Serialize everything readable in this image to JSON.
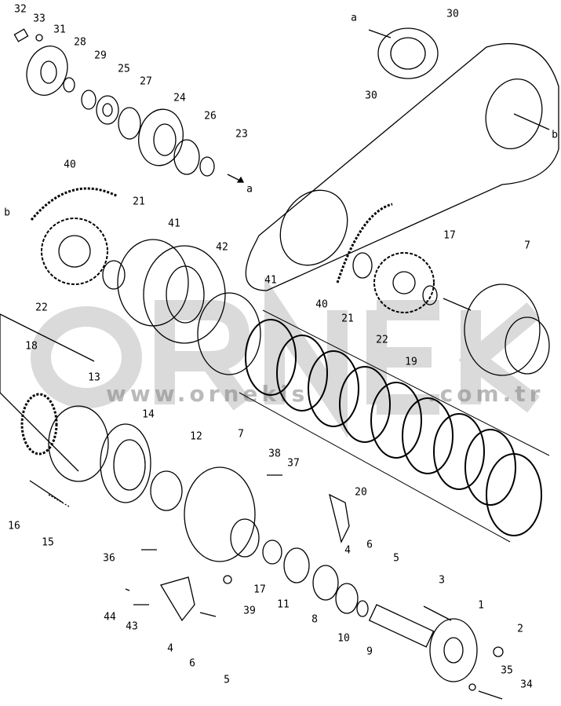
{
  "watermark": {
    "brand": "ORNEK",
    "url_start": "www.ornekis",
    "url_end": ".com.tr"
  },
  "callouts": [
    {
      "id": "32"
    },
    {
      "id": "33"
    },
    {
      "id": "31"
    },
    {
      "id": "28"
    },
    {
      "id": "29"
    },
    {
      "id": "25"
    },
    {
      "id": "27"
    },
    {
      "id": "24"
    },
    {
      "id": "26"
    },
    {
      "id": "23"
    },
    {
      "id": "a"
    },
    {
      "id": "a"
    },
    {
      "id": "30"
    },
    {
      "id": "30"
    },
    {
      "id": "b"
    },
    {
      "id": "40"
    },
    {
      "id": "b"
    },
    {
      "id": "21"
    },
    {
      "id": "41"
    },
    {
      "id": "42"
    },
    {
      "id": "22"
    },
    {
      "id": "41"
    },
    {
      "id": "40"
    },
    {
      "id": "21"
    },
    {
      "id": "17"
    },
    {
      "id": "7"
    },
    {
      "id": "22"
    },
    {
      "id": "18"
    },
    {
      "id": "19"
    },
    {
      "id": "13"
    },
    {
      "id": "14"
    },
    {
      "id": "12"
    },
    {
      "id": "7"
    },
    {
      "id": "38"
    },
    {
      "id": "37"
    },
    {
      "id": "20"
    },
    {
      "id": "16"
    },
    {
      "id": "15"
    },
    {
      "id": "36"
    },
    {
      "id": "4"
    },
    {
      "id": "6"
    },
    {
      "id": "5"
    },
    {
      "id": "17"
    },
    {
      "id": "11"
    },
    {
      "id": "39"
    },
    {
      "id": "8"
    },
    {
      "id": "10"
    },
    {
      "id": "9"
    },
    {
      "id": "3"
    },
    {
      "id": "1"
    },
    {
      "id": "2"
    },
    {
      "id": "44"
    },
    {
      "id": "43"
    },
    {
      "id": "4"
    },
    {
      "id": "6"
    },
    {
      "id": "5"
    },
    {
      "id": "35"
    },
    {
      "id": "34"
    }
  ]
}
